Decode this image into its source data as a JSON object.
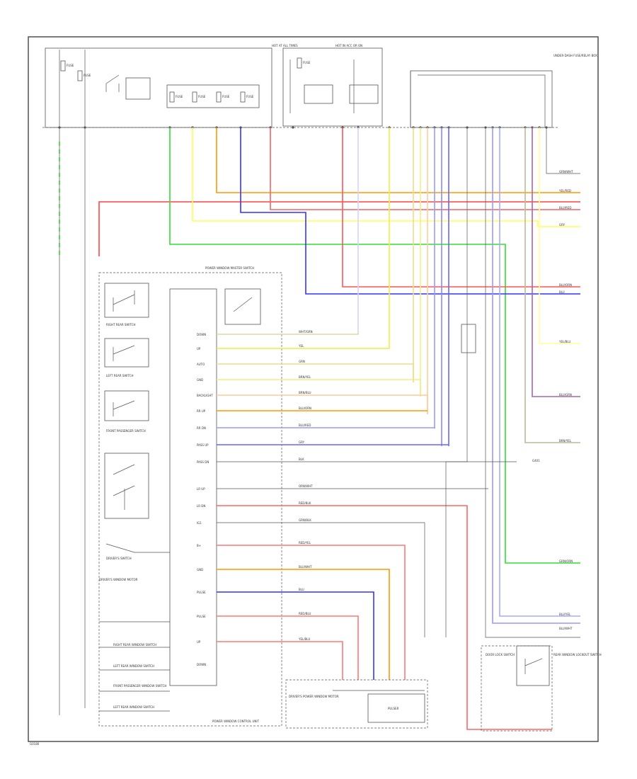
{
  "diagram": {
    "footer_code": "G0180",
    "top_labels": {
      "hot_at_all_times": "HOT AT ALL TIMES",
      "hot_in_accessory": "HOT IN ACC OR ON"
    },
    "fuses": [
      {
        "id": "fuse-a",
        "label": "FUSE"
      },
      {
        "id": "fuse-b",
        "label": "FUSE"
      },
      {
        "id": "fuse-c",
        "label": "FUSE"
      },
      {
        "id": "fuse-d",
        "label": "FUSE"
      },
      {
        "id": "fuse-e",
        "label": "FUSE"
      },
      {
        "id": "fuse-f",
        "label": "FUSE"
      },
      {
        "id": "fuse-g",
        "label": "FUSE"
      }
    ],
    "underhood_label": "UNDER-DASH FUSE/RELAY BOX",
    "module_title": "POWER WINDOW MASTER SWITCH",
    "module_footer": "POWER WINDOW CONTROL UNIT",
    "switch_labels": [
      "RIGHT REAR SWITCH",
      "LEFT REAR SWITCH",
      "FRONT PASSENGER SWITCH",
      "DRIVER'S SWITCH"
    ],
    "left_labels": [
      "DRIVER'S WINDOW MOTOR",
      "RIGHT REAR WINDOW SWITCH",
      "LEFT REAR WINDOW SWITCH",
      "FRONT PASSENGER WINDOW SWITCH",
      "LEFT REAR WINDOW SWITCH"
    ],
    "module_pins": [
      "DOWN",
      "UP",
      "AUTO",
      "GND",
      "BACKLIGHT",
      "RR UP",
      "RR DN",
      "PASS UP",
      "PASS DN",
      "LR UP",
      "LR DN",
      "IG1",
      "B+",
      "GND",
      "PULSE",
      "PULSE",
      "UP",
      "DOWN"
    ],
    "wire_labels": [
      "WHT/GRN",
      "YEL",
      "GRN",
      "BRN/YEL",
      "BRN/BLU",
      "BLU/ORN",
      "BLU/RED",
      "GRY",
      "BLK",
      "ORN/WHT",
      "RED/BLK",
      "GRN/BLK",
      "BLU",
      "RED/YEL",
      "RED/BLU",
      "YEL/BLU",
      "BLU/WHT"
    ],
    "right_labels": [
      "UNDER-DASH FUSE/RELAY BOX",
      "GRN/WHT",
      "YEL/RED",
      "BLU/RED",
      "GRY",
      "BLU/ORN",
      "BLU",
      "YEL/BLU",
      "BLU/GRN",
      "BRN/YEL",
      "GRN/ORN",
      "BLU/YEL",
      "BLU/WHT"
    ],
    "bottom_labels": {
      "motor": "DRIVER'S POWER WINDOW MOTOR",
      "pulser": "PULSER",
      "relay": "REAR WINDOW LOCKOUT SWITCH",
      "door_lock": "DOOR LOCK SWITCH",
      "ground": "G401"
    }
  }
}
